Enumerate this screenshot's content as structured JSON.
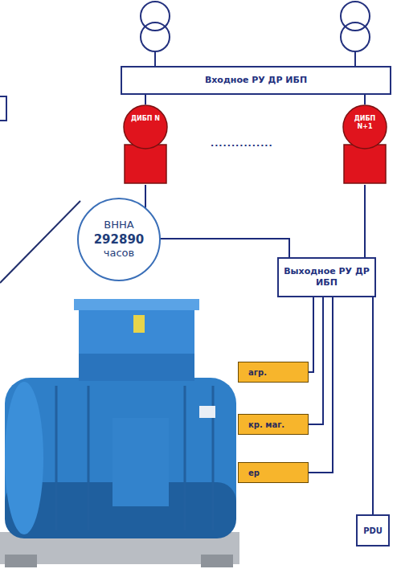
{
  "diagram": {
    "nodes": [
      {
        "text": [
          "Входное РУ ДР ИБП"
        ]
      },
      {
        "text": [
          "ДИБП N"
        ]
      },
      {
        "text": [
          "ДИБП N+1"
        ]
      },
      {
        "text": [
          "ВННА",
          "292890",
          "часов"
        ]
      },
      {
        "text": [
          "Выходное РУ ДР ИБП"
        ]
      },
      {
        "text": [
          "агр."
        ]
      },
      {
        "text": [
          "кр. маг."
        ]
      },
      {
        "text": [
          "ер"
        ]
      },
      {
        "text": [
          "PDU"
        ]
      }
    ],
    "edges": [
      {
        "from": 0,
        "to": 1,
        "arrow": "none"
      },
      {
        "from": 0,
        "to": 2,
        "arrow": "none"
      },
      {
        "from": 1,
        "to": 4,
        "arrow": "none"
      },
      {
        "from": 2,
        "to": 4,
        "arrow": "none"
      },
      {
        "from": 4,
        "to": 5,
        "arrow": "none"
      },
      {
        "from": 4,
        "to": 6,
        "arrow": "none"
      },
      {
        "from": 4,
        "to": 7,
        "arrow": "none"
      },
      {
        "from": 4,
        "to": 8,
        "arrow": "none"
      }
    ],
    "labels": [
      "..............."
    ]
  }
}
